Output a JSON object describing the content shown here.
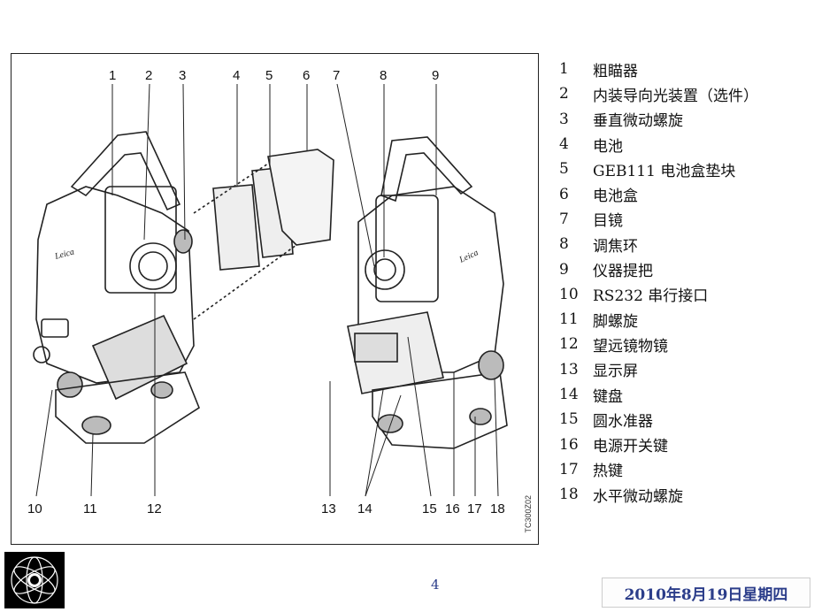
{
  "figure": {
    "callouts_top": [
      "1",
      "2",
      "3",
      "4",
      "5",
      "6",
      "7",
      "8",
      "9"
    ],
    "callouts_bottom": [
      "10",
      "11",
      "12",
      "13",
      "14",
      "15",
      "16",
      "17",
      "18"
    ],
    "code": "TC300Z02",
    "brand": "Leica"
  },
  "legend": [
    {
      "num": "1",
      "label": "粗瞄器"
    },
    {
      "num": "2",
      "label": "内装导向光装置（选件）"
    },
    {
      "num": "3",
      "label": "垂直微动螺旋"
    },
    {
      "num": "4",
      "label": "电池"
    },
    {
      "num": "5",
      "label": "GEB111 电池盒垫块"
    },
    {
      "num": "6",
      "label": "电池盒"
    },
    {
      "num": "7",
      "label": "目镜"
    },
    {
      "num": "8",
      "label": "调焦环"
    },
    {
      "num": "9",
      "label": "仪器提把"
    },
    {
      "num": "10",
      "label": "RS232 串行接口"
    },
    {
      "num": "11",
      "label": "脚螺旋"
    },
    {
      "num": "12",
      "label": "望远镜物镜"
    },
    {
      "num": "13",
      "label": "显示屏"
    },
    {
      "num": "14",
      "label": "键盘"
    },
    {
      "num": "15",
      "label": "圆水准器"
    },
    {
      "num": "16",
      "label": "电源开关键"
    },
    {
      "num": "17",
      "label": "热键"
    },
    {
      "num": "18",
      "label": "水平微动螺旋"
    }
  ],
  "footer": {
    "page": "4",
    "date": "2010年8月19日星期四"
  }
}
